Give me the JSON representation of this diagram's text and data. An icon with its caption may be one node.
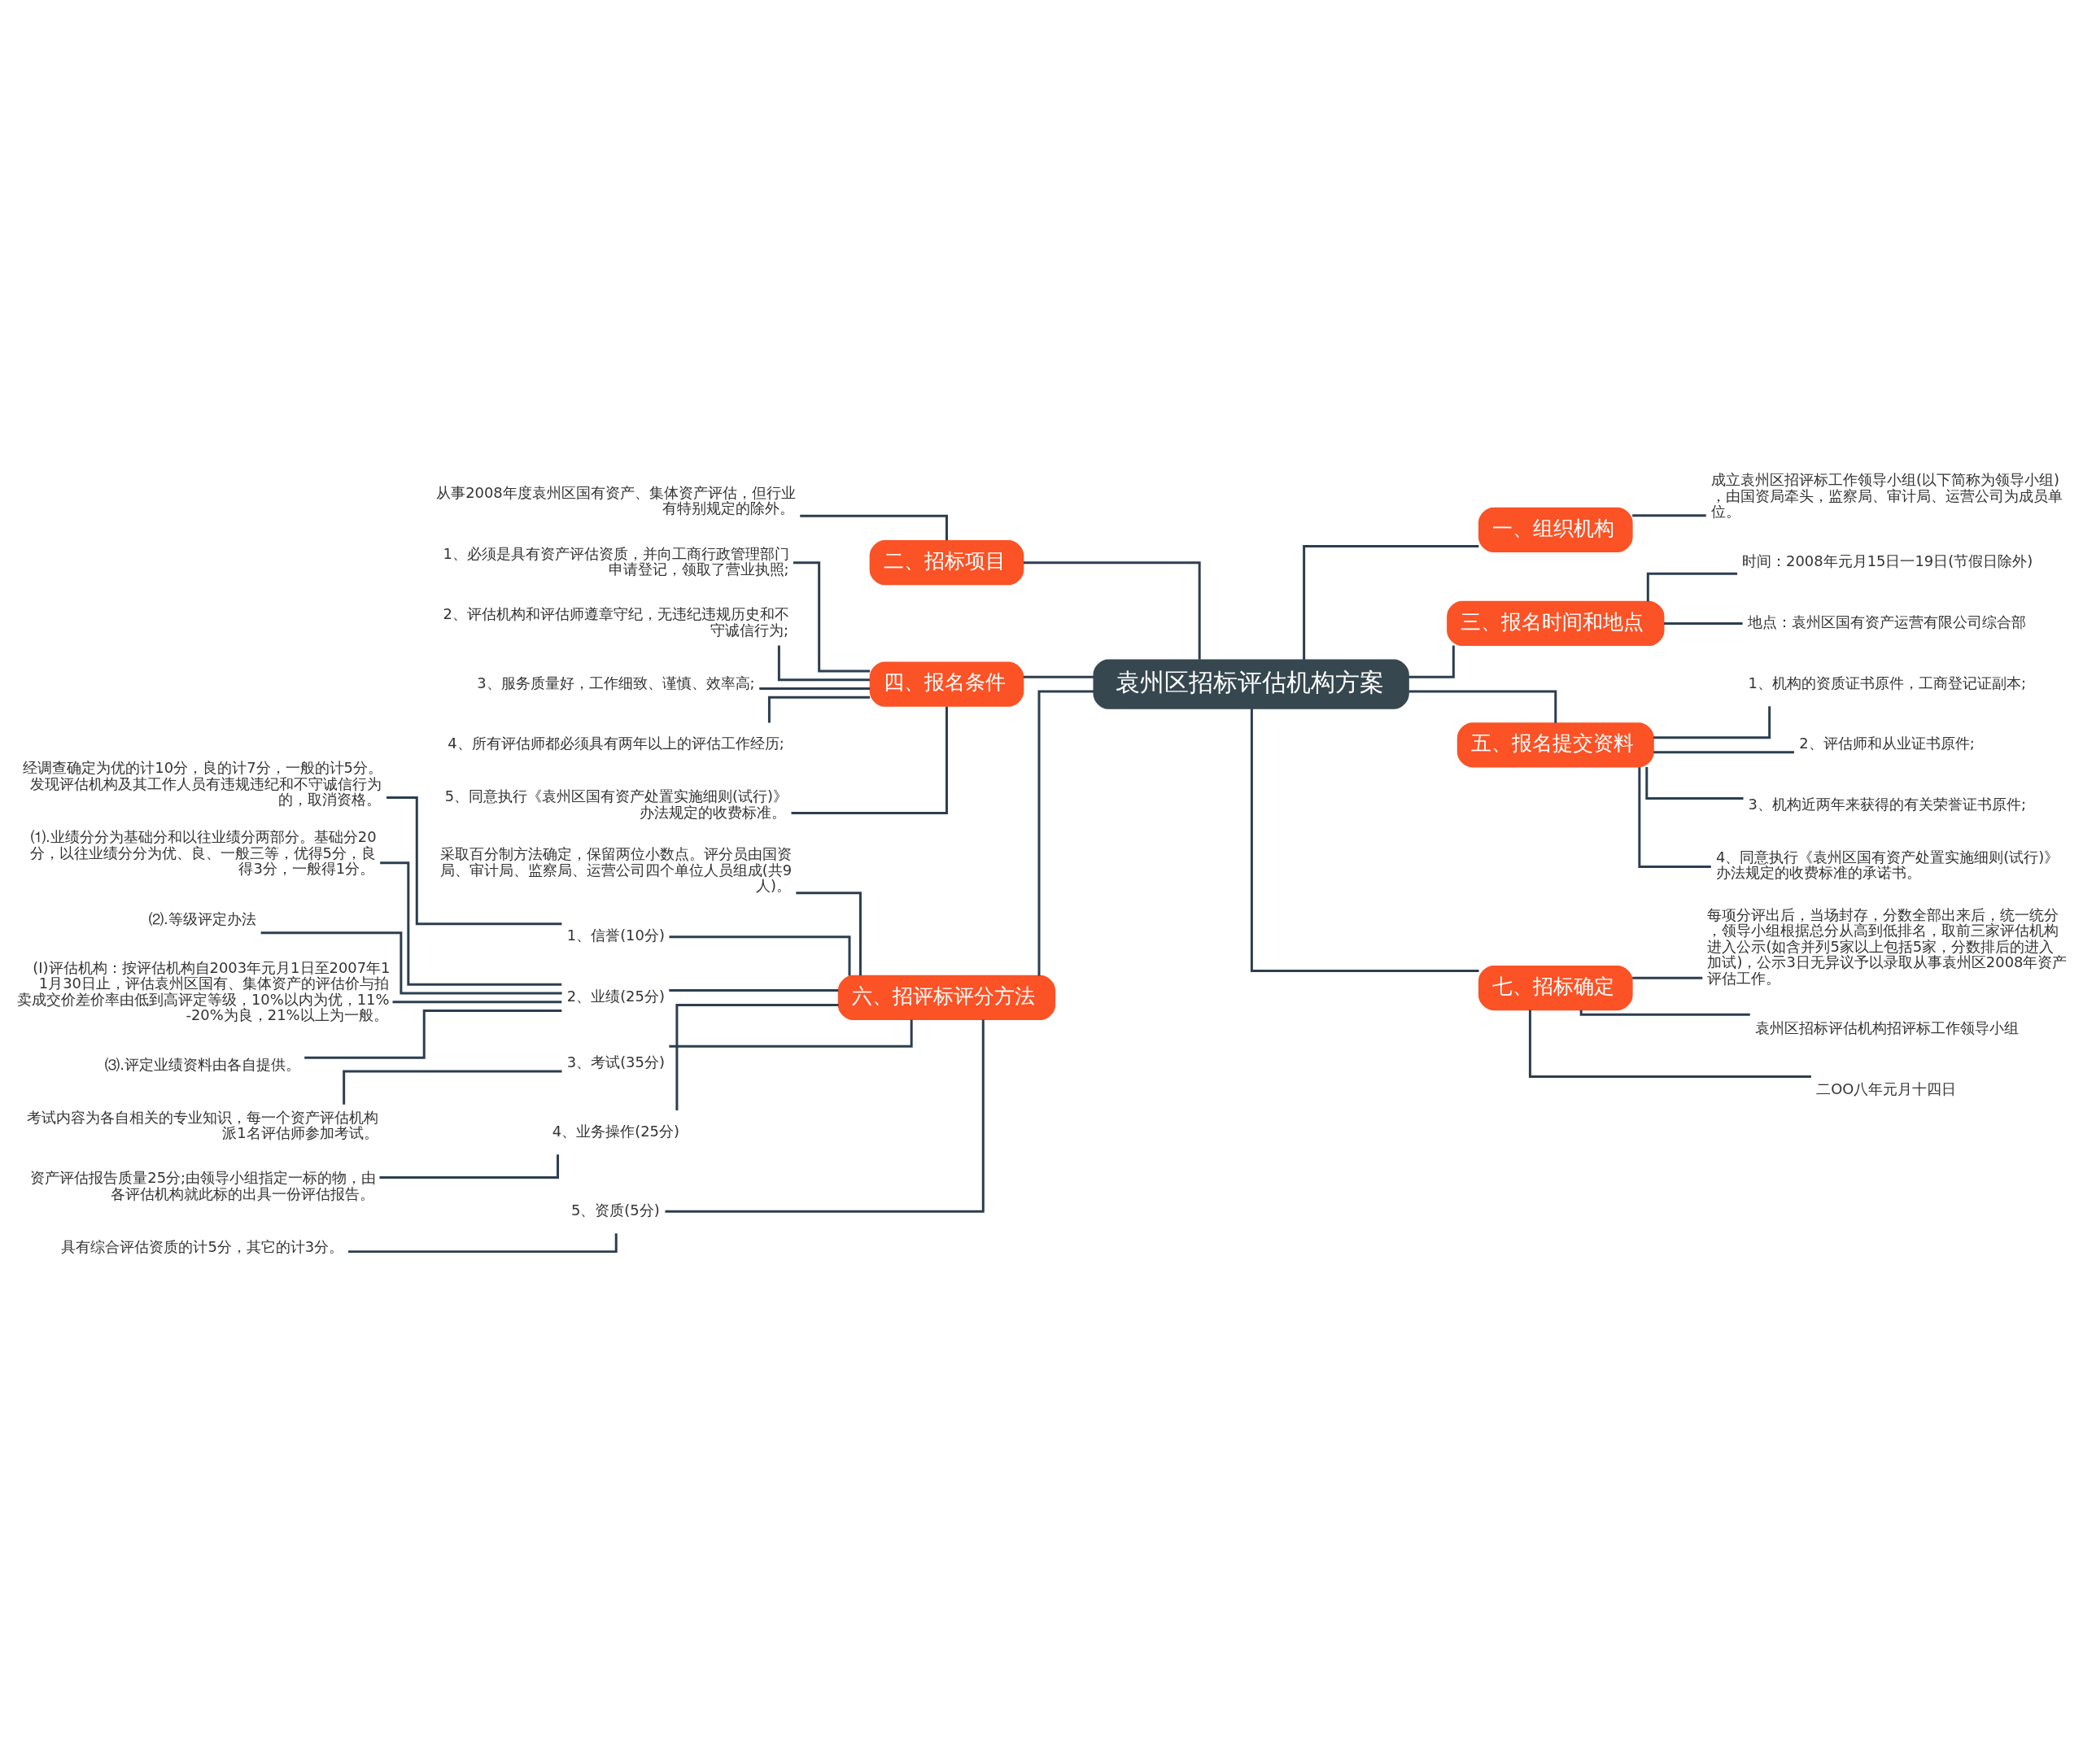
{
  "diagram": {
    "nodes": [
      {
        "text": [
          "袁州区招标评估机构方案"
        ]
      },
      {
        "text": [
          "二、招标项目"
        ]
      },
      {
        "text": [
          "从事2008年度袁州区国有资产、集体资产评估，但行业有特别规定的除外。"
        ]
      },
      {
        "text": [
          "四、报名条件"
        ]
      },
      {
        "text": [
          "1、必须是具有资产评估资质，并向工商行政管理部门申请登记，领取了营业执照;"
        ]
      },
      {
        "text": [
          "2、评估机构和评估师遵章守纪，无违纪违规历史和不守诚信行为;"
        ]
      },
      {
        "text": [
          "3、服务质量好，工作细致、谨慎、效率高;"
        ]
      },
      {
        "text": [
          "4、所有评估师都必须具有两年以上的评估工作经历;"
        ]
      },
      {
        "text": [
          "5、同意执行《袁州区国有资产处置实施细则(试行)》办法规定的收费标准。"
        ]
      },
      {
        "text": [
          "六、招评标评分方法"
        ]
      },
      {
        "text": [
          "采取百分制方法确定，保留两位小数点。评分员由国资局、审计局、监察局、运营公司四个单位人员组成(共9人)。"
        ]
      },
      {
        "text": [
          "1、信誉(10分)"
        ]
      },
      {
        "text": [
          "经调查确定为优的计10分，良的计7分，一般的计5分。发现评估机构及其工作人员有违规违纪和不守诚信行为的，取消资格。"
        ]
      },
      {
        "text": [
          "2、业绩(25分)"
        ]
      },
      {
        "text": [
          "⑴.业绩分分为基础分和以往业绩分两部分。基础分20分，以往业绩分分为优、良、一般三等，优得5分，良得3分，一般得1分。"
        ]
      },
      {
        "text": [
          "⑵.等级评定办法"
        ]
      },
      {
        "text": [
          "(Ⅰ)评估机构：按评估机构自2003年元月1日至2007年11月30日止，评估袁州区国有、集体资产的评估价与拍卖成交价差价率由低到高评定等级，10%以内为优，11%-20%为良，21%以上为一般。"
        ]
      },
      {
        "text": [
          "⑶.评定业绩资料由各自提供。"
        ]
      },
      {
        "text": [
          "3、考试(35分)"
        ]
      },
      {
        "text": [
          "考试内容为各自相关的专业知识，每一个资产评估机构派1名评估师参加考试。"
        ]
      },
      {
        "text": [
          "4、业务操作(25分)"
        ]
      },
      {
        "text": [
          "资产评估报告质量25分;由领导小组指定一标的物，由各评估机构就此标的出具一份评估报告。"
        ]
      },
      {
        "text": [
          "5、资质(5分)"
        ]
      },
      {
        "text": [
          "具有综合评估资质的计5分，其它的计3分。"
        ]
      },
      {
        "text": [
          "一、组织机构"
        ]
      },
      {
        "text": [
          "成立袁州区招评标工作领导小组(以下简称为领导小组)，由国资局牵头，监察局、审计局、运营公司为成员单位。"
        ]
      },
      {
        "text": [
          "三、报名时间和地点"
        ]
      },
      {
        "text": [
          "时间：2008年元月15日一19日(节假日除外)"
        ]
      },
      {
        "text": [
          "地点：袁州区国有资产运营有限公司综合部"
        ]
      },
      {
        "text": [
          "五、报名提交资料"
        ]
      },
      {
        "text": [
          "1、机构的资质证书原件，工商登记证副本;"
        ]
      },
      {
        "text": [
          "2、评估师和从业证书原件;"
        ]
      },
      {
        "text": [
          "3、机构近两年来获得的有关荣誉证书原件;"
        ]
      },
      {
        "text": [
          "4、同意执行《袁州区国有资产处置实施细则(试行)》办法规定的收费标准的承诺书。"
        ]
      },
      {
        "text": [
          "七、招标确定"
        ]
      },
      {
        "text": [
          "每项分评出后，当场封存，分数全部出来后，统一统分，领导小组根据总分从高到低排名，取前三家评估机构进入公示(如含并列5家以上包括5家，分数排后的进入加试)，公示3日无异议予以录取从事袁州区2008年资产评估工作。"
        ]
      },
      {
        "text": [
          "袁州区招标评估机构招评标工作领导小组"
        ]
      },
      {
        "text": [
          "二OO八年元月十四日"
        ]
      }
    ],
    "edges": [
      {
        "from": 0,
        "to": 1,
        "arrow": "none"
      },
      {
        "from": 1,
        "to": 2,
        "arrow": "none"
      },
      {
        "from": 0,
        "to": 3,
        "arrow": "none"
      },
      {
        "from": 3,
        "to": 4,
        "arrow": "none"
      },
      {
        "from": 3,
        "to": 5,
        "arrow": "none"
      },
      {
        "from": 3,
        "to": 6,
        "arrow": "none"
      },
      {
        "from": 3,
        "to": 7,
        "arrow": "none"
      },
      {
        "from": 3,
        "to": 8,
        "arrow": "none"
      },
      {
        "from": 0,
        "to": 9,
        "arrow": "none"
      },
      {
        "from": 9,
        "to": 10,
        "arrow": "none"
      },
      {
        "from": 9,
        "to": 11,
        "arrow": "none"
      },
      {
        "from": 11,
        "to": 12,
        "arrow": "none"
      },
      {
        "from": 9,
        "to": 13,
        "arrow": "none"
      },
      {
        "from": 13,
        "to": 14,
        "arrow": "none"
      },
      {
        "from": 13,
        "to": 15,
        "arrow": "none"
      },
      {
        "from": 13,
        "to": 16,
        "arrow": "none"
      },
      {
        "from": 13,
        "to": 17,
        "arrow": "none"
      },
      {
        "from": 9,
        "to": 18,
        "arrow": "none"
      },
      {
        "from": 18,
        "to": 19,
        "arrow": "none"
      },
      {
        "from": 9,
        "to": 20,
        "arrow": "none"
      },
      {
        "from": 20,
        "to": 21,
        "arrow": "none"
      },
      {
        "from": 9,
        "to": 22,
        "arrow": "none"
      },
      {
        "from": 22,
        "to": 23,
        "arrow": "none"
      },
      {
        "from": 0,
        "to": 24,
        "arrow": "none"
      },
      {
        "from": 24,
        "to": 25,
        "arrow": "none"
      },
      {
        "from": 0,
        "to": 26,
        "arrow": "none"
      },
      {
        "from": 26,
        "to": 27,
        "arrow": "none"
      },
      {
        "from": 26,
        "to": 28,
        "arrow": "none"
      },
      {
        "from": 0,
        "to": 29,
        "arrow": "none"
      },
      {
        "from": 29,
        "to": 30,
        "arrow": "none"
      },
      {
        "from": 29,
        "to": 31,
        "arrow": "none"
      },
      {
        "from": 29,
        "to": 32,
        "arrow": "none"
      },
      {
        "from": 29,
        "to": 33,
        "arrow": "none"
      },
      {
        "from": 0,
        "to": 34,
        "arrow": "none"
      },
      {
        "from": 34,
        "to": 35,
        "arrow": "none"
      },
      {
        "from": 34,
        "to": 36,
        "arrow": "none"
      },
      {
        "from": 34,
        "to": 37,
        "arrow": "none"
      }
    ]
  }
}
